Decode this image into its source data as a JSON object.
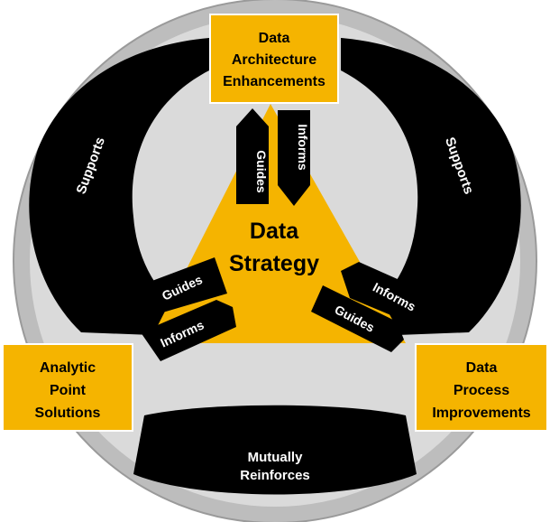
{
  "center": {
    "line1": "Data",
    "line2": "Strategy"
  },
  "nodes": {
    "top": {
      "line1": "Data",
      "line2": "Architecture",
      "line3": "Enhancements"
    },
    "left": {
      "line1": "Analytic",
      "line2": "Point",
      "line3": "Solutions"
    },
    "right": {
      "line1": "Data",
      "line2": "Process",
      "line3": "Improvements"
    }
  },
  "arcs": {
    "left": "Supports",
    "right": "Supports",
    "bottom_line1": "Mutually",
    "bottom_line2": "Reinforces"
  },
  "arrows": {
    "top_guides": "Guides",
    "top_informs": "Informs",
    "left_guides": "Guides",
    "left_informs": "Informs",
    "right_informs": "Informs",
    "right_guides": "Guides"
  },
  "colors": {
    "accent": "#F5B400",
    "ring": "#BDBDBD",
    "dark": "#000000",
    "label_light": "#FFFFFF"
  }
}
